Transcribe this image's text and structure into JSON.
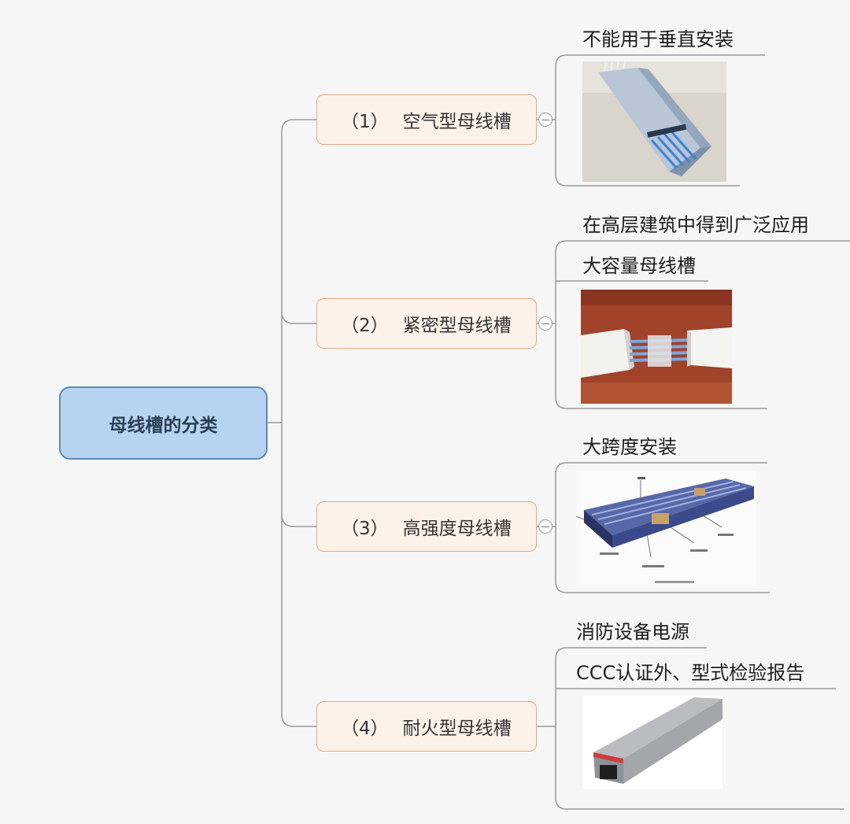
{
  "root": {
    "label": "母线槽的分类"
  },
  "branches": [
    {
      "num": "（1）",
      "name": "空气型母线槽",
      "notes": [
        "不能用于垂直安装"
      ]
    },
    {
      "num": "（2）",
      "name": "紧密型母线槽",
      "notes": [
        "在高层建筑中得到广泛应用",
        "大容量母线槽"
      ]
    },
    {
      "num": "（3）",
      "name": "高强度母线槽",
      "notes": [
        "大跨度安装"
      ]
    },
    {
      "num": "（4）",
      "name": "耐火型母线槽",
      "notes": [
        "消防设备电源",
        "CCC认证外、型式检验报告"
      ]
    }
  ],
  "colors": {
    "root_fill": "#b6d4f2",
    "root_border": "#5d88b6",
    "branch_fill": "#fdf2ea",
    "branch_border": "#e4a785",
    "connector": "#999999"
  }
}
